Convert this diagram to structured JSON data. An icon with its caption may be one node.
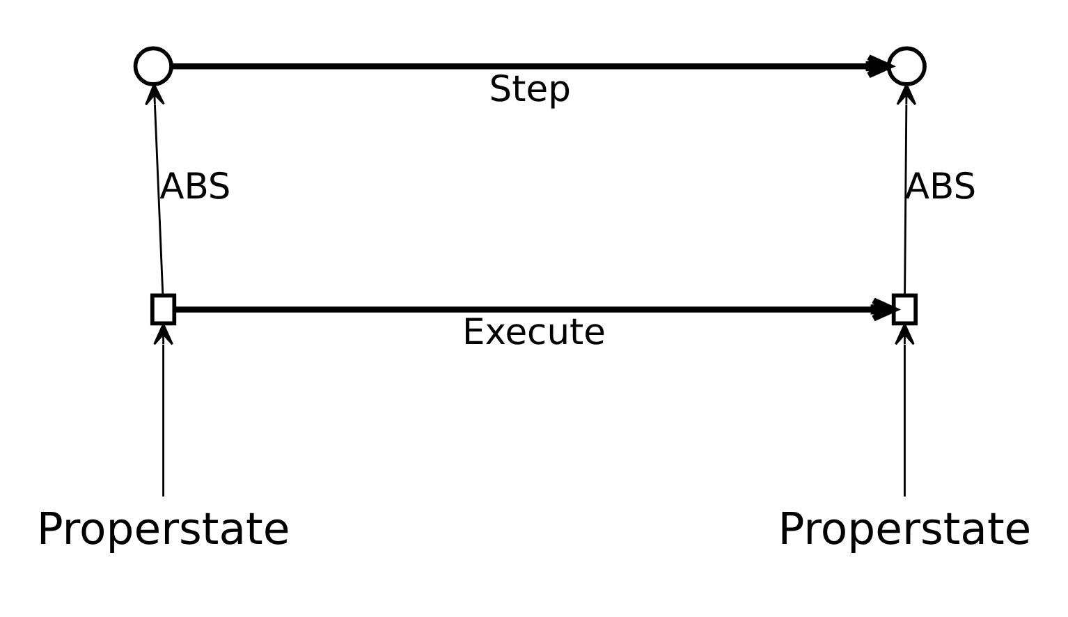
{
  "diagram": {
    "nodes": [
      {
        "text": [],
        "shape": "circle"
      },
      {
        "text": [],
        "shape": "circle"
      },
      {
        "text": [],
        "shape": "box"
      },
      {
        "text": [],
        "shape": "box"
      },
      {
        "text": [
          "Properstate"
        ]
      },
      {
        "text": [
          "Properstate"
        ]
      }
    ],
    "edges": [
      {
        "from": 0,
        "to": 1,
        "arrow": "to",
        "label": "Step",
        "style": "thick"
      },
      {
        "from": 2,
        "to": 0,
        "arrow": "to",
        "label": "ABS"
      },
      {
        "from": 3,
        "to": 1,
        "arrow": "to",
        "label": "ABS"
      },
      {
        "from": 2,
        "to": 3,
        "arrow": "to",
        "label": "Execute",
        "style": "thick"
      },
      {
        "from": 4,
        "to": 2,
        "arrow": "to"
      },
      {
        "from": 5,
        "to": 3,
        "arrow": "to"
      }
    ]
  }
}
